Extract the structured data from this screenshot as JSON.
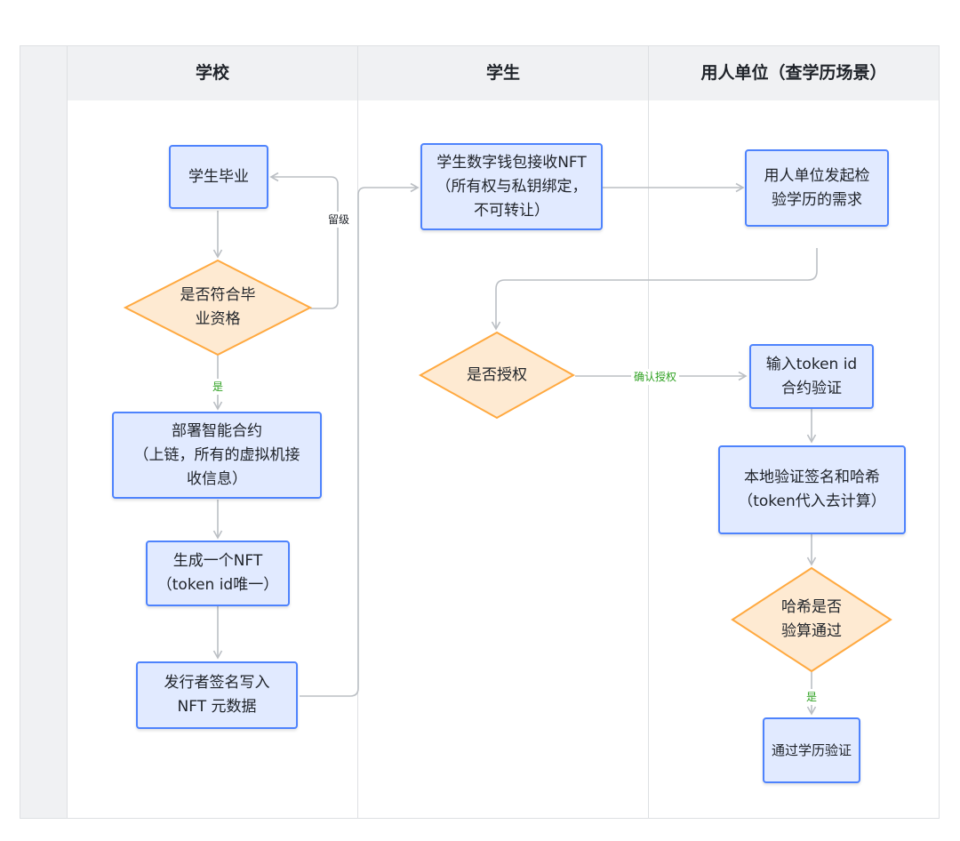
{
  "lanes": [
    {
      "title": "学校"
    },
    {
      "title": "学生"
    },
    {
      "title": "用人单位（查学历场景）"
    }
  ],
  "nodes": {
    "graduate": "学生毕业",
    "qualify": "是否符合毕\n业资格",
    "deploy": "部署智能合约\n（上链，所有的虚拟机接\n收信息）",
    "generate": "生成一个NFT\n（token id唯一）",
    "sign_meta": "发行者签名写入\nNFT 元数据",
    "wallet": "学生数字钱包接收NFT\n（所有权与私钥绑定，\n不可转让）",
    "employer_request": "用人单位发起检\n验学历的需求",
    "authorize": "是否授权",
    "input_token": "输入token id\n合约验证",
    "local_verify": "本地验证签名和哈希\n（token代入去计算）",
    "hash_check": "哈希是否\n验算通过",
    "pass": "通过学历验证"
  },
  "edge_labels": {
    "repeat": "留级",
    "yes_1": "是",
    "confirm": "确认授权",
    "yes_2": "是"
  },
  "colors": {
    "process_fill": "#e1eaff",
    "process_stroke": "#4e83fd",
    "decision_fill": "#feead2",
    "decision_stroke": "#ffa940",
    "edge": "#bbbfc4",
    "label_green": "#2ea121"
  }
}
